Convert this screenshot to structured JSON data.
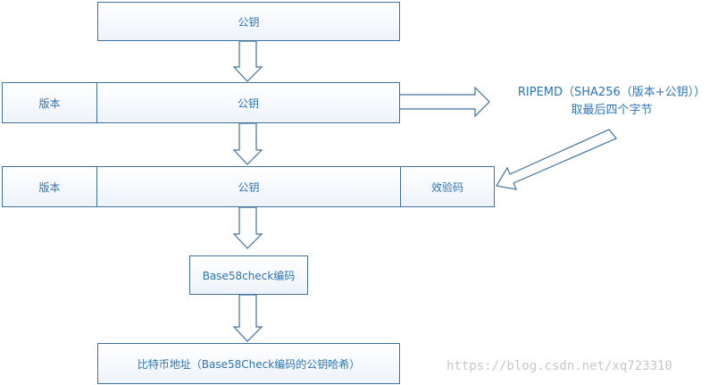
{
  "row1": {
    "pubkey": "公钥"
  },
  "row2": {
    "version": "版本",
    "pubkey": "公钥"
  },
  "row3": {
    "version": "版本",
    "pubkey": "公钥",
    "checksum": "效验码"
  },
  "encode_box": "Base58check编码",
  "result_box": "比特币地址（Base58Check编码的公钥哈希）",
  "annotation": {
    "line1": "RIPEMD（SHA256（版本+公钥））",
    "line2": "取最后四个字节"
  },
  "watermark": "https://blog.csdn.net/xq723310",
  "colors": {
    "border": "#41719c",
    "text": "#2e74b5",
    "arrow_stroke": "#41719c"
  }
}
